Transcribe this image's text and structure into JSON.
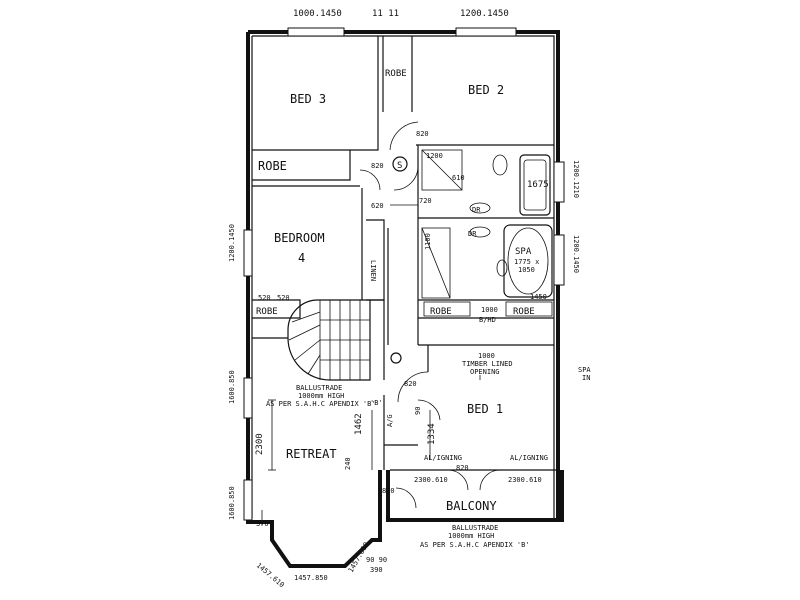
{
  "rooms": {
    "bed3": "BED 3",
    "bed2": "BED 2",
    "bedroom4_line1": "BEDROOM",
    "bedroom4_line2": "4",
    "bed1": "BED 1",
    "retreat": "RETREAT",
    "balcony": "BALCONY",
    "linen": "LINEN",
    "robe_top": "ROBE",
    "robe_bed3": "ROBE",
    "robe_bed4": "ROBE",
    "robe_ens_left": "ROBE",
    "robe_ens_right": "ROBE",
    "spa": "SPA",
    "spa_size_1": "1775 x",
    "spa_size_2": "1050"
  },
  "dimensions": {
    "top_left_window": "1000.1450",
    "top_mid_mark": "11 11",
    "top_right_window": "1200.1450",
    "right_upper": "1200.1210",
    "right_mid": "1200.1450",
    "left_upper": "1200.1450",
    "left_mid": "1600.850",
    "left_lower": "1600.850",
    "door_820_a": "820",
    "door_820_b": "820",
    "door_820_c": "820",
    "door_820_d": "820",
    "door_820_e": "820",
    "door_720": "720",
    "door_620": "620",
    "door_610": "610",
    "wr_1200": "1200",
    "bath_1675": "1675",
    "wc_1100": "1100",
    "ens_1450": "1450",
    "robe_520_a": "520",
    "robe_520_b": "520",
    "bhd_1": "1000",
    "bhd_2": "B/HD",
    "timber_1": "1000",
    "timber_2": "TIMBER LINED",
    "timber_3": "OPENING",
    "dim_2300": "2300",
    "dim_1462": "1462",
    "dim_1334": "1334",
    "dim_240": "240",
    "dim_90": "90",
    "dim_370": "370",
    "bay_left": "1457.610",
    "bay_bottom": "1457.850",
    "bay_right_a": "1457.610",
    "bay_right_b": "90 90",
    "bay_right_c": "390",
    "balcony_left": "2300.610",
    "balcony_right": "2300.610",
    "balcony_820": "820",
    "alignment_a": "AL/IGNING",
    "alignment_b": "AL/IGNING",
    "ag": "A/G",
    "b_mark": "'B'"
  },
  "notes": {
    "ballustrade_upper_1": "BALLUSTRADE",
    "ballustrade_upper_2": "1000mm HIGH",
    "ballustrade_upper_3": "AS PER S.A.H.C APENDIX 'B'",
    "ballustrade_lower_1": "BALLUSTRADE",
    "ballustrade_lower_2": "1000mm HIGH",
    "ballustrade_lower_3": "AS PER S.A.H.C APENDIX 'B'",
    "spa_in_1": "SPA",
    "spa_in_2": "IN",
    "dr_1": "DR",
    "dr_2": "DR",
    "smoke": "S"
  }
}
